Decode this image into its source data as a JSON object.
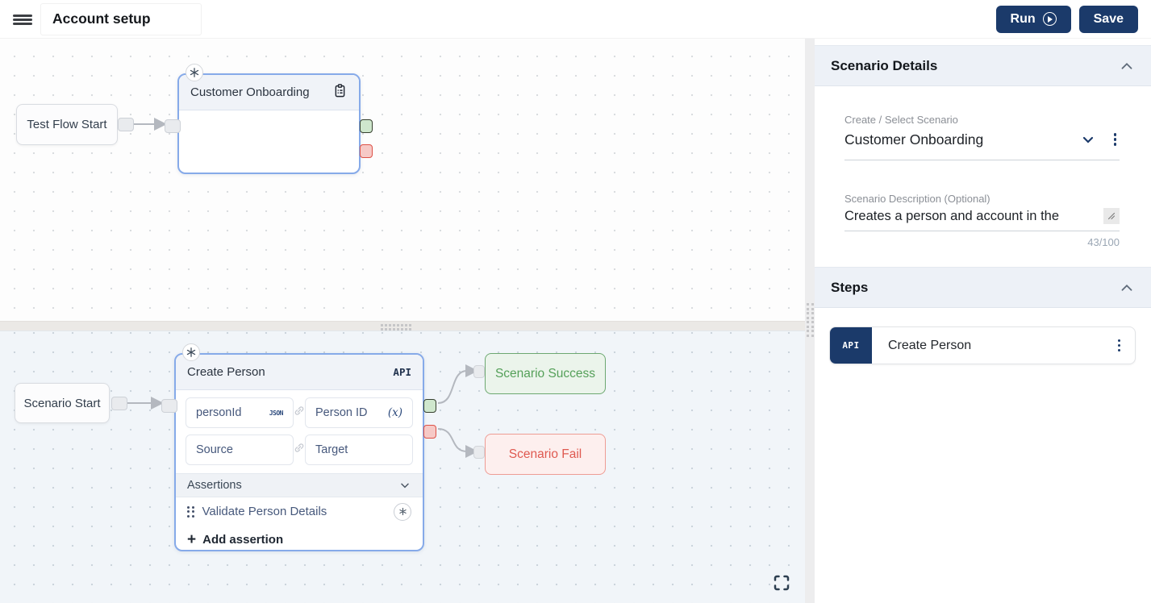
{
  "topbar": {
    "title": "Account setup",
    "run_label": "Run",
    "save_label": "Save"
  },
  "top_canvas": {
    "start_node_label": "Test Flow Start",
    "scenario_node_title": "Customer Onboarding"
  },
  "bottom_canvas": {
    "start_node_label": "Scenario Start",
    "step_node": {
      "title": "Create Person",
      "type_badge": "API",
      "mapping_rows": [
        {
          "source": "personId",
          "source_badge": "JSON",
          "target": "Person ID",
          "target_badge": "(x)"
        },
        {
          "source": "Source",
          "target": "Target"
        }
      ],
      "assertions_header": "Assertions",
      "assertions": [
        {
          "label": "Validate Person Details"
        }
      ],
      "add_assertion_label": "Add assertion"
    },
    "success_node_label": "Scenario Success",
    "fail_node_label": "Scenario Fail"
  },
  "panel": {
    "scenario_details": {
      "header": "Scenario Details",
      "select_label": "Create / Select Scenario",
      "select_value": "Customer Onboarding",
      "description_label": "Scenario Description (Optional)",
      "description_value": "Creates a person and account in the",
      "char_counter": "43/100"
    },
    "steps": {
      "header": "Steps",
      "items": [
        {
          "type_badge": "API",
          "label": "Create Person"
        }
      ]
    }
  },
  "colors": {
    "primary_navy": "#1b3a6a",
    "node_border_blue": "#86aae9",
    "success_green": "#55a059",
    "fail_red": "#df5950",
    "edge_gray": "#b4b8bf"
  }
}
